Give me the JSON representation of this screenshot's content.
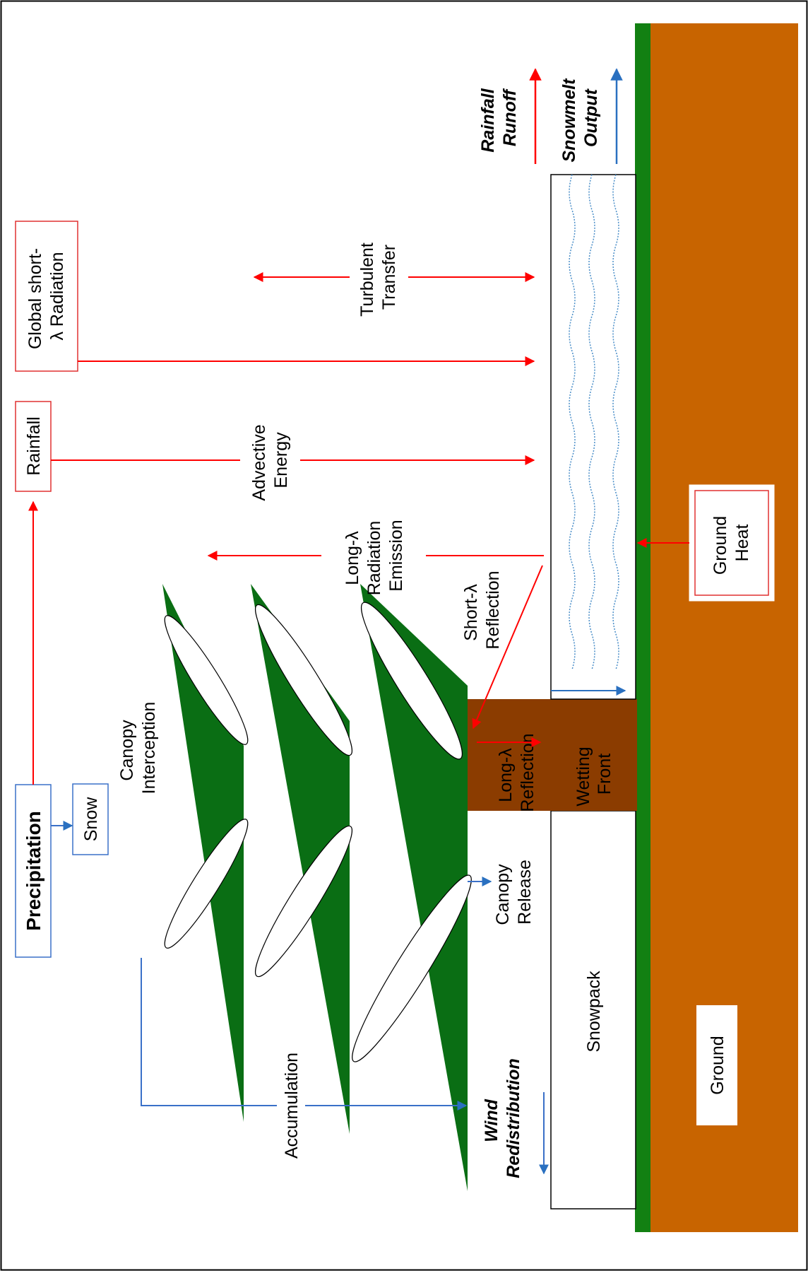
{
  "labels": {
    "precipitation": "Precipitation",
    "snow": "Snow",
    "canopy_interception": [
      "Canopy",
      "Interception"
    ],
    "accumulation": "Accumulation",
    "wind_redistribution": [
      "Wind",
      "Redistribution"
    ],
    "canopy_release": [
      "Canopy",
      "Release"
    ],
    "snowpack": "Snowpack",
    "ground": "Ground",
    "long_reflection": [
      "Long-λ",
      "Reflection"
    ],
    "wetting_front": [
      "Wetting",
      "Front"
    ],
    "short_reflection": [
      "Short-λ",
      "Reflection"
    ],
    "long_emission": [
      "Long-λ",
      "Radiation",
      "Emission"
    ],
    "rainfall": "Rainfall",
    "advective_energy": [
      "Advective",
      "Energy"
    ],
    "global_radiation": [
      "Global short-",
      "λ Radiation"
    ],
    "turbulent_transfer": [
      "Turbulent",
      "Transfer"
    ],
    "ground_heat": [
      "Ground",
      "Heat"
    ],
    "rainfall_runoff": [
      "Rainfall",
      "Runoff"
    ],
    "snowmelt_output": [
      "Snowmelt",
      "Output"
    ]
  },
  "colors": {
    "ground": "#c86400",
    "grass": "#128012",
    "tree": "#0a6e14",
    "trunk": "#8b3c00",
    "red": "#ff0000",
    "blue": "#2a70c0",
    "box_red": "#e03030",
    "box_blue": "#3a70c8",
    "wave": "#4a8ec8"
  }
}
